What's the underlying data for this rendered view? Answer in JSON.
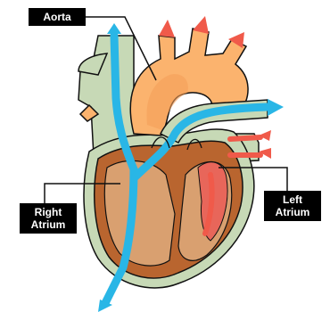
{
  "labels": {
    "aorta": "Aorta",
    "right_atrium": "Right\nAtrium",
    "left_atrium": "Left\nAtrium"
  },
  "colors": {
    "deoxygenated_blood": "#29b6e6",
    "oxygenated_blood": "#f05a4a",
    "aorta_fill": "#fbb36e",
    "vessel_wall": "#c7d9b6",
    "heart_muscle": "#b9652f",
    "chamber_fill": "#d9a070",
    "left_chamber_fill": "#e8665a",
    "outline": "#111111"
  }
}
